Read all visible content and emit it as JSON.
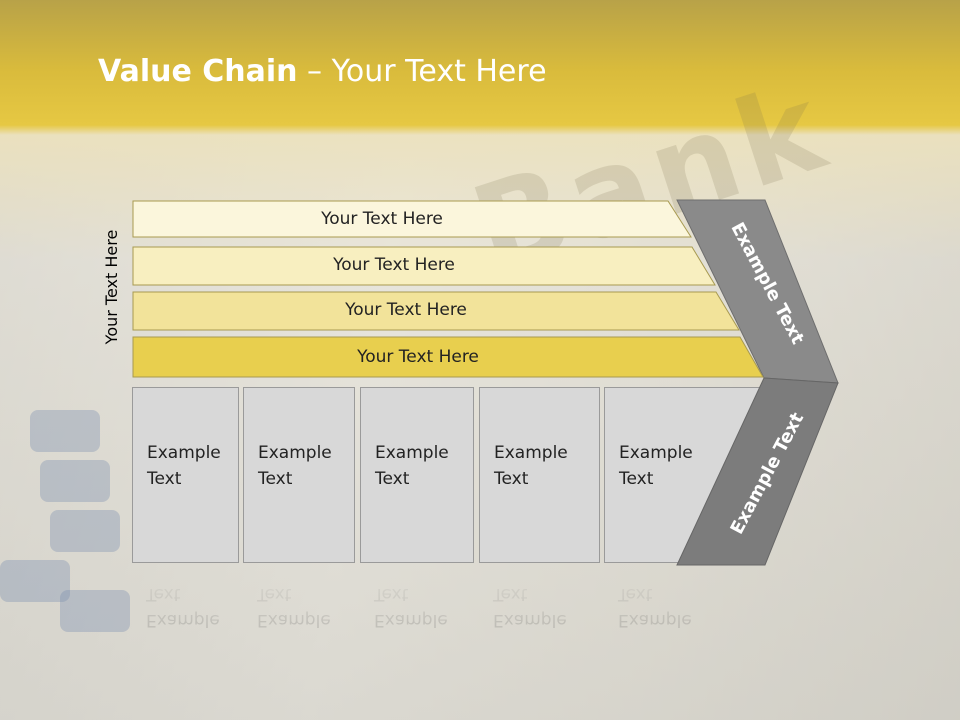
{
  "slide": {
    "title_bold": "Value Chain",
    "title_rest": " – Your Text Here",
    "side_label": "Your Text Here"
  },
  "bars": [
    {
      "label": "Your Text Here",
      "color": "#fbf6dc"
    },
    {
      "label": "Your Text Here",
      "color": "#f8efc0"
    },
    {
      "label": "Your Text Here",
      "color": "#f2e39a"
    },
    {
      "label": "Your Text Here",
      "color": "#e8cf4e"
    }
  ],
  "boxes": [
    {
      "line1": "Example",
      "line2": "Text"
    },
    {
      "line1": "Example",
      "line2": "Text"
    },
    {
      "line1": "Example",
      "line2": "Text"
    },
    {
      "line1": "Example",
      "line2": "Text"
    },
    {
      "line1": "Example",
      "line2": "Text"
    }
  ],
  "chevron": {
    "top_text": "Example Text",
    "bottom_text": "Example Text",
    "color_top": "#8a8a8a",
    "color_bottom": "#7c7c7c"
  }
}
